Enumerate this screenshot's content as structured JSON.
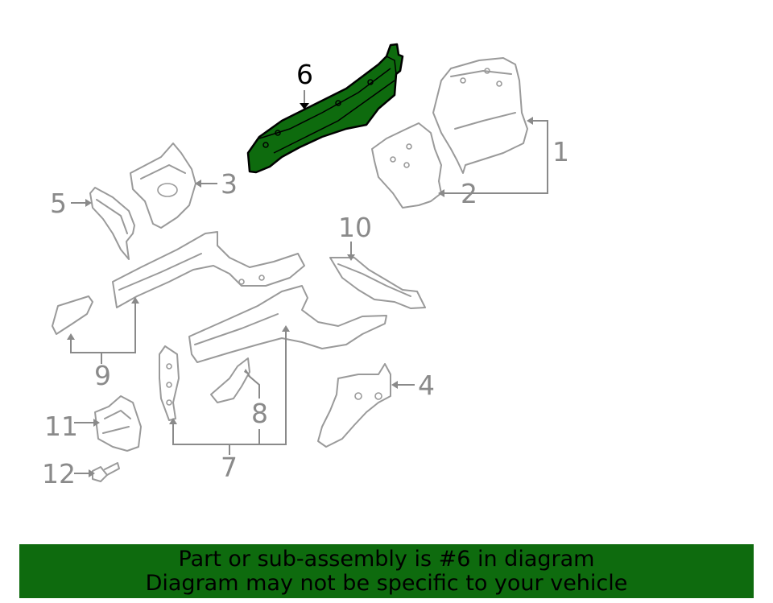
{
  "callouts": {
    "c1": "1",
    "c2": "2",
    "c3": "3",
    "c4": "4",
    "c5": "5",
    "c6": "6",
    "c7": "7",
    "c8": "8",
    "c9": "9",
    "c10": "10",
    "c11": "11",
    "c12": "12"
  },
  "highlight": {
    "part_number": "6",
    "color": "#0e6b0e"
  },
  "footer": {
    "line1": "Part or sub-assembly is #6 in diagram",
    "line2": "Diagram may not be specific to your vehicle"
  }
}
